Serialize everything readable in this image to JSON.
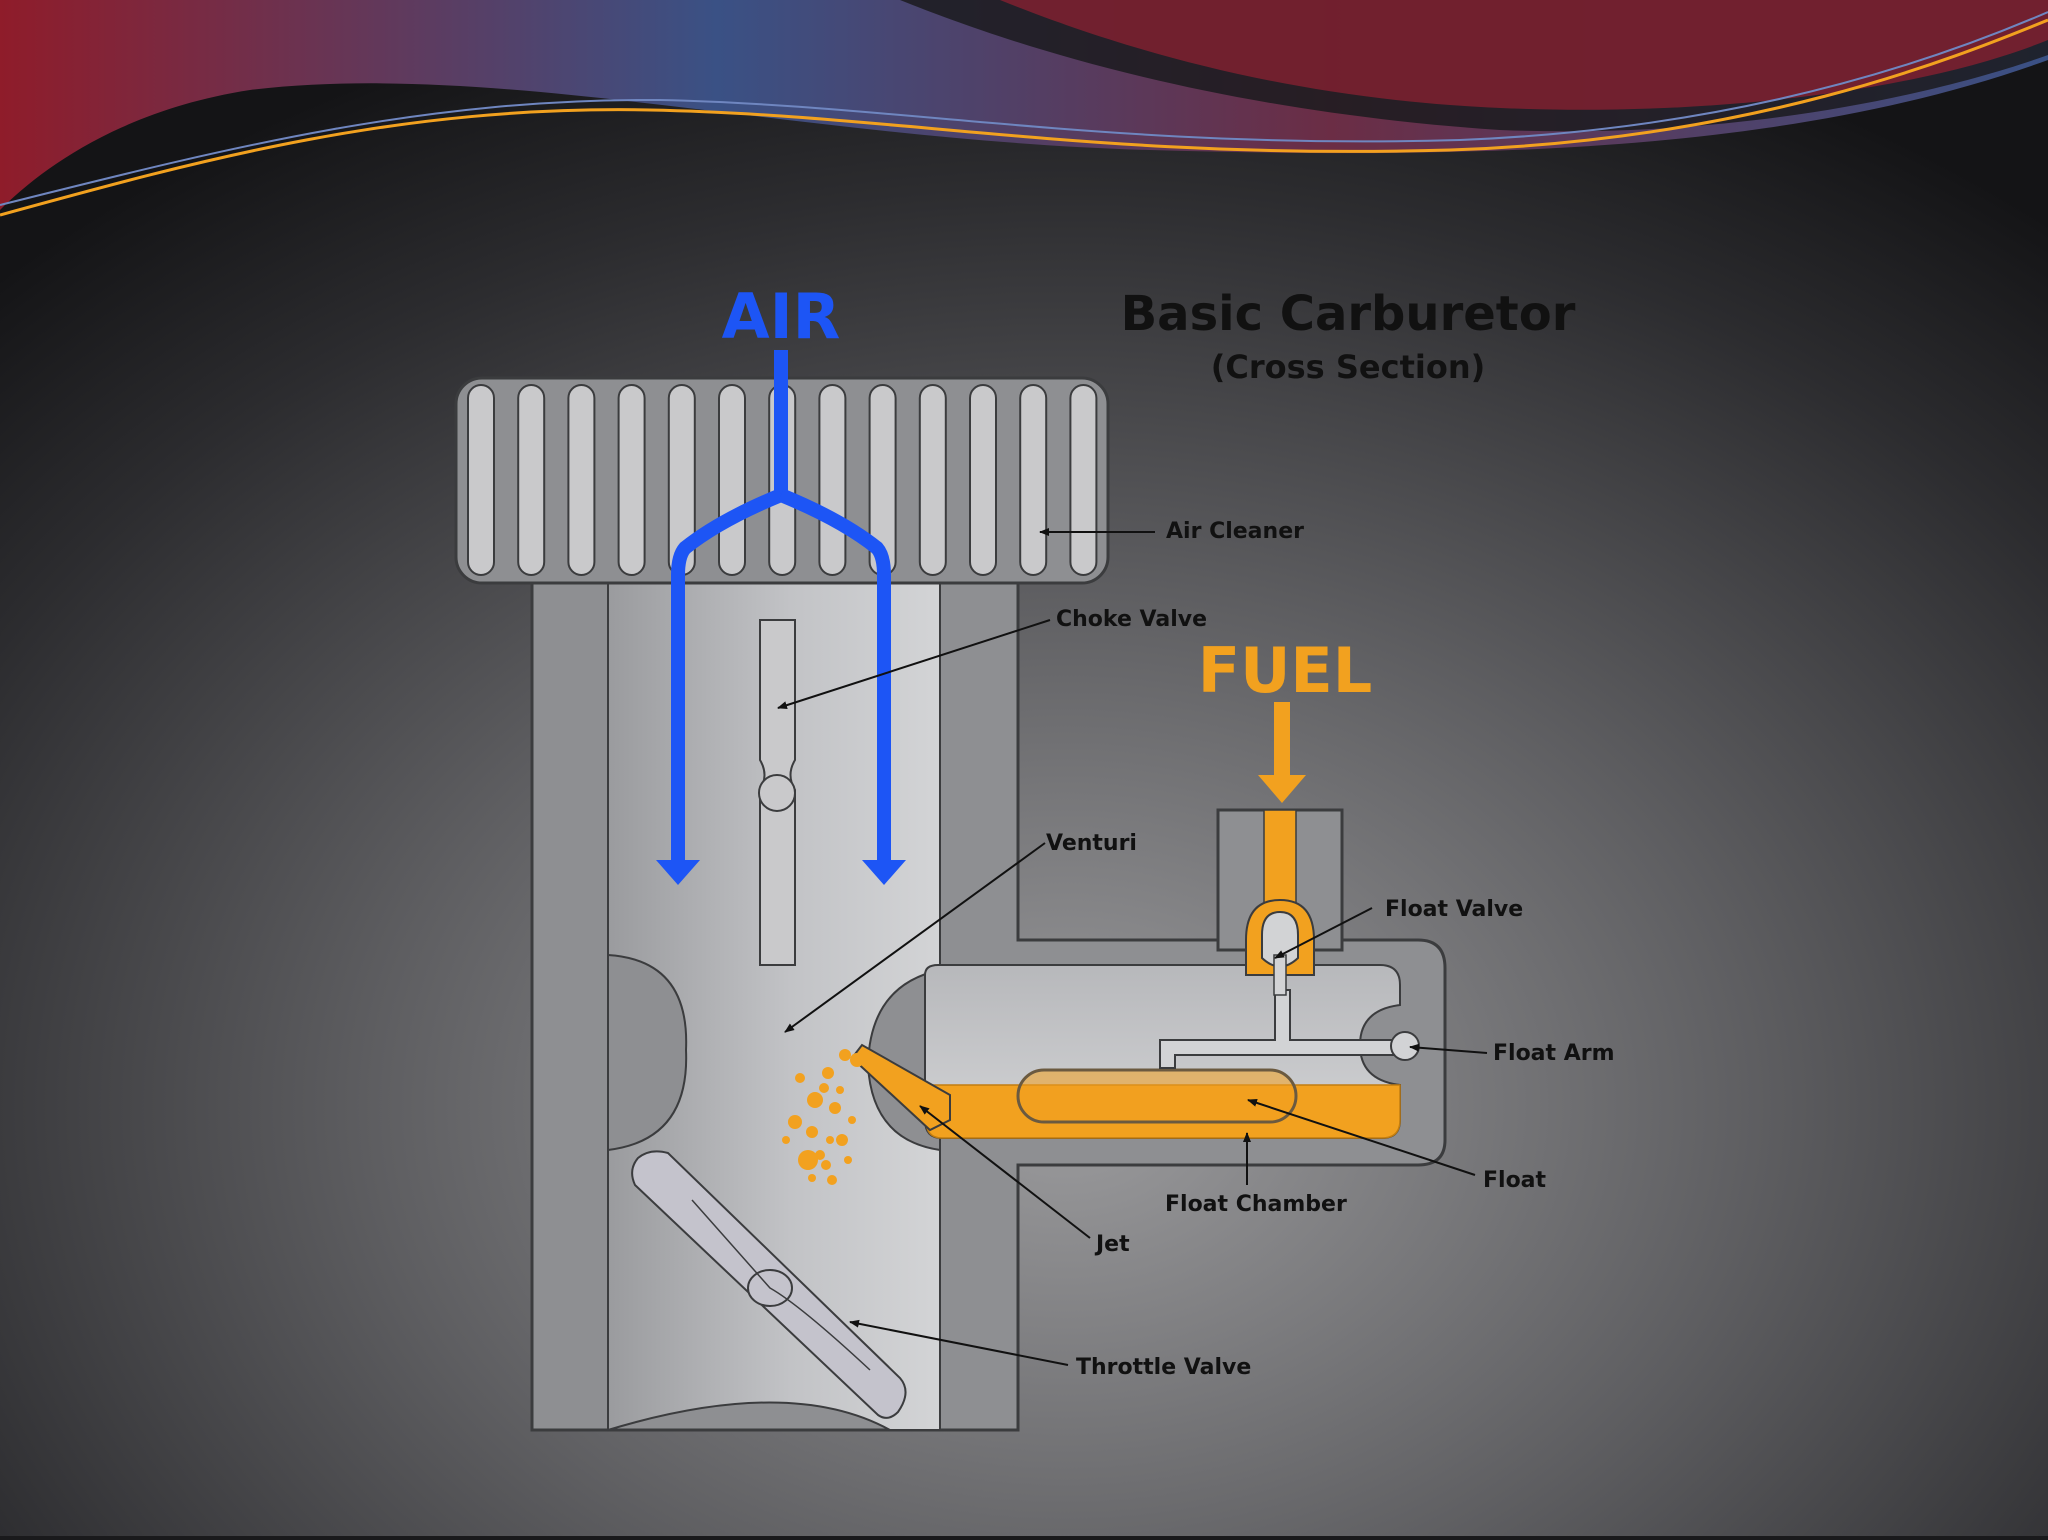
{
  "slide": {
    "title": "Basic Carburetor",
    "subtitle": "(Cross Section)",
    "colors": {
      "background_center": "#9a9a9c",
      "background_edge": "#141416",
      "air": "#1d55f5",
      "fuel": "#f2a11f",
      "metal": "#8e8f92",
      "metal_light": "#c9c9cb",
      "outline": "#3b3c3e",
      "label_text": "#111111",
      "banner_red": "#8f1c2a",
      "banner_blue": "#3a5185",
      "banner_gold": "#f2a11f"
    }
  },
  "flows": {
    "air_label": "AIR",
    "fuel_label": "FUEL"
  },
  "labels": {
    "air_cleaner": "Air Cleaner",
    "choke_valve": "Choke Valve",
    "venturi": "Venturi",
    "float_valve": "Float Valve",
    "float_arm": "Float Arm",
    "float": "Float",
    "float_chamber": "Float Chamber",
    "jet": "Jet",
    "throttle_valve": "Throttle Valve"
  }
}
